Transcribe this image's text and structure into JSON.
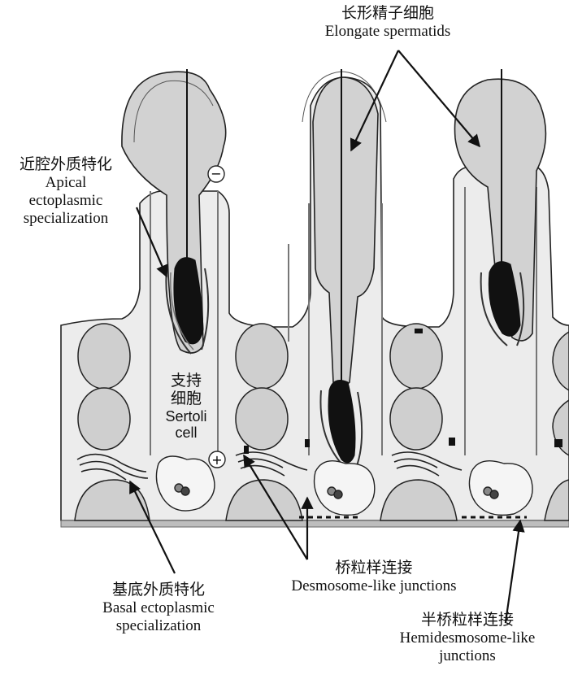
{
  "labels": {
    "elongate_spermatids": {
      "cn": "长形精子细胞",
      "en": "Elongate spermatids"
    },
    "apical": {
      "cn": "近腔外质特化",
      "en1": "Apical",
      "en2": "ectoplasmic",
      "en3": "specialization"
    },
    "sertoli": {
      "cn1": "支持",
      "cn2": "细胞",
      "en1": "Sertoli",
      "en2": "cell"
    },
    "basal": {
      "cn": "基底外质特化",
      "en1": "Basal ectoplasmic",
      "en2": "specialization"
    },
    "desmosome": {
      "cn": "桥粒样连接",
      "en": "Desmosome-like junctions"
    },
    "hemidesmosome": {
      "cn": "半桥粒样连接",
      "en1": "Hemidesmosome-like",
      "en2": "junctions"
    },
    "minus_sign": "−",
    "plus_sign": "+"
  },
  "colors": {
    "cell_fill": "#ececec",
    "head_fill": "#d2d2d2",
    "outline": "#222222",
    "membrane": "#bdbdbd"
  }
}
